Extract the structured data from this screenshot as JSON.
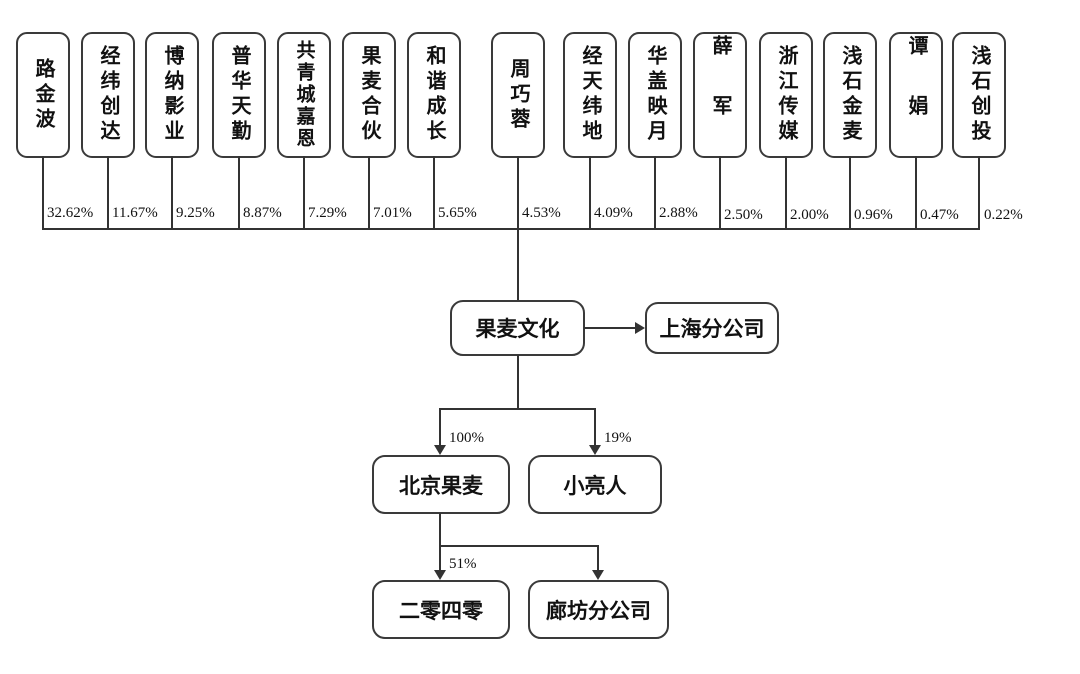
{
  "diagram": {
    "type": "equity-structure-chart",
    "colors": {
      "line": "#333333",
      "box_border": "#3a3a3a",
      "background": "#ffffff",
      "text": "#111111"
    },
    "shareholders": [
      {
        "name": "路金波",
        "pct": "32.62%"
      },
      {
        "name": "经纬创达",
        "pct": "11.67%"
      },
      {
        "name": "博纳影业",
        "pct": "9.25%"
      },
      {
        "name": "普华天勤",
        "pct": "8.87%"
      },
      {
        "name": "共青城嘉恩",
        "pct": "7.29%"
      },
      {
        "name": "果麦合伙",
        "pct": "7.01%"
      },
      {
        "name": "和谐成长",
        "pct": "5.65%"
      },
      {
        "name": "周巧蓉",
        "pct": "4.53%"
      },
      {
        "name": "经天纬地",
        "pct": "4.09%"
      },
      {
        "name": "华盖映月",
        "pct": "2.88%"
      },
      {
        "name": "薛军",
        "pct": "2.50%"
      },
      {
        "name": "浙江传媒",
        "pct": "2.00%"
      },
      {
        "name": "浅石金麦",
        "pct": "0.96%"
      },
      {
        "name": "谭娟",
        "pct": "0.47%"
      },
      {
        "name": "浅石创投",
        "pct": "0.22%"
      }
    ],
    "company": {
      "name": "果麦文化"
    },
    "shanghai_branch": {
      "name": "上海分公司"
    },
    "subsidiaries": [
      {
        "name": "北京果麦",
        "ownership": "100%"
      },
      {
        "name": "小亮人",
        "ownership": "19%"
      }
    ],
    "grandchildren": [
      {
        "name": "二零四零",
        "ownership": "51%"
      },
      {
        "name": "廊坊分公司",
        "ownership": ""
      }
    ]
  }
}
